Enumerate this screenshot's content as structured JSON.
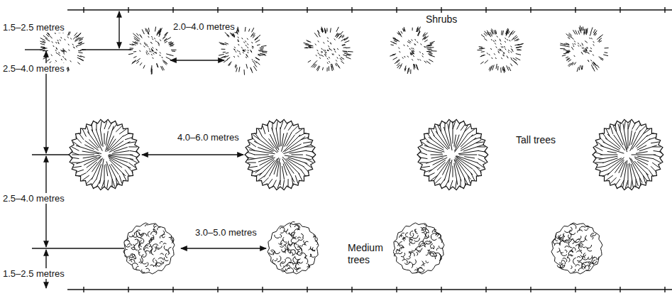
{
  "diagram": {
    "labels": [
      "1.5–2.5 metres",
      "2.0–4.0 metres",
      "Shrubs",
      "2.5–4.0 metres",
      "4.0–6.0 metres",
      "Tall trees",
      "2.5–4.0 metres",
      "3.0–5.0 metres",
      "Medium trees",
      "1.5–2.5 metres"
    ]
  }
}
